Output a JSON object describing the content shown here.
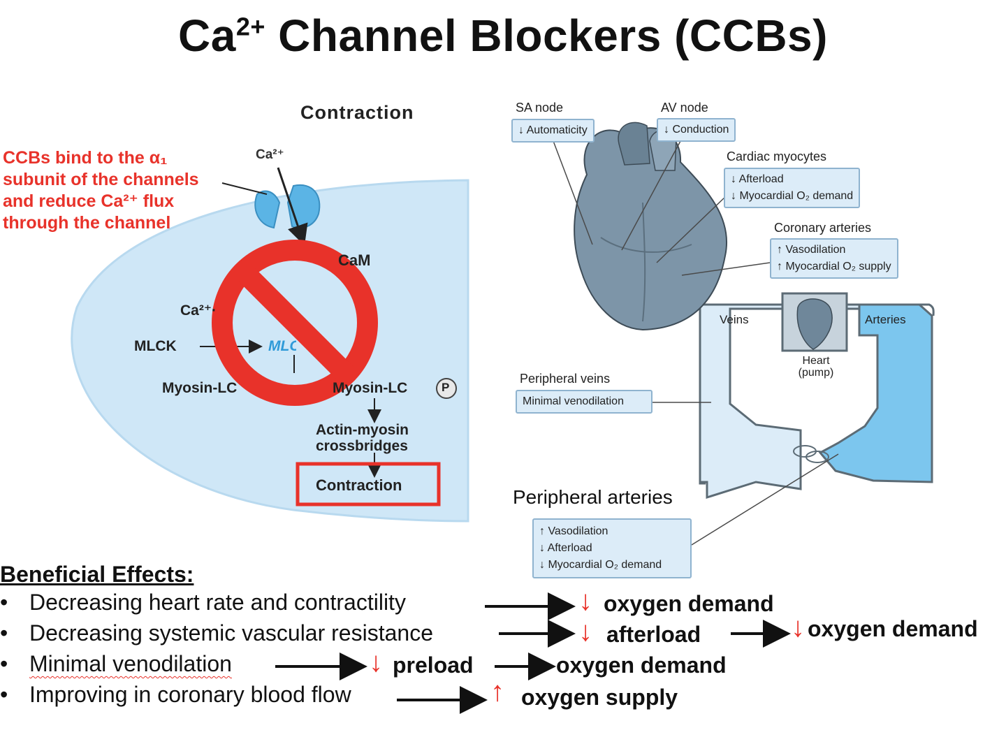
{
  "title": {
    "prefix": "Ca",
    "superscript": "2+",
    "rest": " Channel Blockers (CCBs)"
  },
  "left_diagram": {
    "heading": "Contraction",
    "ion_label": "Ca²⁺",
    "callout": [
      "CCBs bind to the α₁",
      "subunit of the channels",
      "and reduce Ca²⁺ flux",
      "through the channel"
    ],
    "cam": "CaM",
    "ca_cam_partial": "Ca²⁺·CaM",
    "mlck": "MLCK",
    "mlck_active_partial": "MLCK*",
    "myosin_lc": "Myosin-LC",
    "myosin_lc_p": "Myosin-LC",
    "phospho": "P",
    "actin_myosin": [
      "Actin-myosin",
      "crossbridges"
    ],
    "contraction_box": "Contraction",
    "colors": {
      "cell_fill": "#cfe7f7",
      "channel": "#5bb4e5",
      "prohibit": "#e8322a",
      "callout": "#e8322a"
    },
    "prohibit_icon": "no-symbol-icon"
  },
  "right_diagram": {
    "sa_node": {
      "label": "SA node",
      "effect": "↓ Automaticity"
    },
    "av_node": {
      "label": "AV node",
      "effect": "↓ Conduction"
    },
    "cardiac_myocytes": {
      "label": "Cardiac myocytes",
      "effects": [
        "↓ Afterload",
        "↓ Myocardial O₂ demand"
      ]
    },
    "coronary_arteries": {
      "label": "Coronary arteries",
      "effects": [
        "↑ Vasodilation",
        "↑ Myocardial O₂ supply"
      ]
    },
    "circuit": {
      "veins": "Veins",
      "arteries": "Arteries",
      "heart": [
        "Heart",
        "(pump)"
      ]
    },
    "peripheral_veins": {
      "label": "Peripheral veins",
      "effect": "Minimal venodilation"
    },
    "peripheral_arteries": {
      "label": "Peripheral arteries",
      "effects": [
        "↑ Vasodilation",
        "↓ Afterload",
        "↓ Myocardial O₂ demand"
      ]
    },
    "colors": {
      "heart": "#7d95a8",
      "veins_fill": "#dcecf8",
      "arteries_fill": "#7cc6ee",
      "box_fill": "#dcecf8"
    },
    "heart_icon": "heart-icon"
  },
  "effects": {
    "heading": "Beneficial Effects:",
    "bullet": "•",
    "rows": [
      {
        "text": "Decreasing heart rate and contractility",
        "arrow": "↓",
        "result": "oxygen demand"
      },
      {
        "text": "Decreasing systemic vascular resistance",
        "arrow": "↓",
        "result": "afterload",
        "arrow2": "↓",
        "result2": "oxygen demand"
      },
      {
        "text": "Minimal venodilation",
        "arrow": "↓",
        "result": "preload",
        "result2": "oxygen demand"
      },
      {
        "text": "Improving in coronary blood flow",
        "arrow": "↑",
        "result": "oxygen supply"
      }
    ],
    "colors": {
      "red_arrow": "#e8322a"
    }
  }
}
